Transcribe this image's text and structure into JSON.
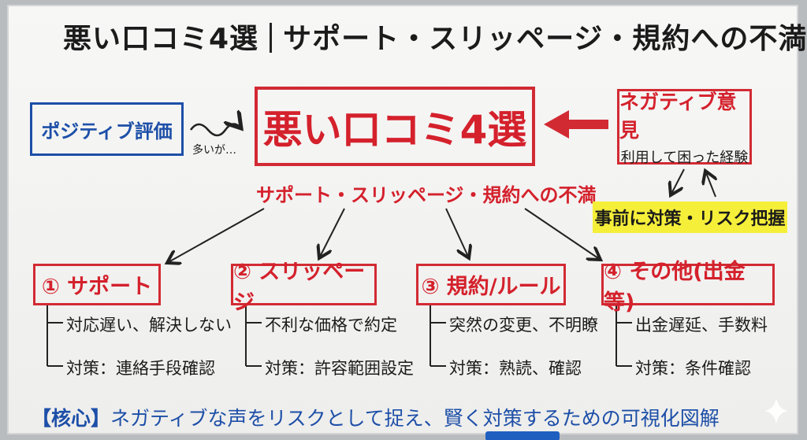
{
  "title": {
    "left": "悪い口コミ4選",
    "right": "サポート・スリッページ・規約への不満"
  },
  "positive_box": {
    "label": "ポジティブ評価"
  },
  "positive_note": "多いが…",
  "main_box": {
    "label": "悪い口コミ4選"
  },
  "negative_box": {
    "label": "ネガティブ意見",
    "sub": "利用して困った経験"
  },
  "subtitle": "サポート・スリッページ・規約への不満",
  "highlight": "事前に対策・リスク把握",
  "categories": [
    {
      "label": "① サポート",
      "items": [
        "対応遅い、解決しない",
        "対策：連絡手段確認"
      ]
    },
    {
      "label": "② スリッページ",
      "items": [
        "不利な価格で約定",
        "対策：許容範囲設定"
      ]
    },
    {
      "label": "③ 規約/ルール",
      "items": [
        "突然の変更、不明瞭",
        "対策：熟読、確認"
      ]
    },
    {
      "label": "④ その他(出金等)",
      "items": [
        "出金遅延、手数料",
        "対策：条件確認"
      ]
    }
  ],
  "footer": {
    "tag": "【核心】",
    "text": "ネガティブな声をリスクとして捉え、賢く対策するための可視化図解"
  },
  "colors": {
    "red": "#d4212c",
    "blue": "#1d4fa8",
    "yellow": "#f5ef3a"
  }
}
